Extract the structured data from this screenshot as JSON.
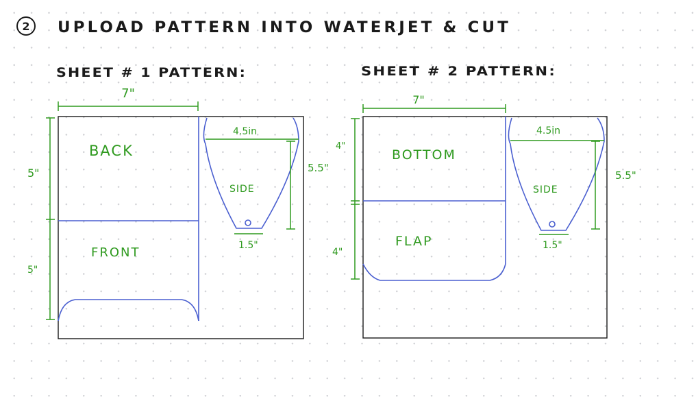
{
  "step": {
    "number": "2",
    "title": "UPLOAD PATTERN INTO WATERJET & CUT"
  },
  "sheet1": {
    "heading": "SHEET # 1 PATTERN:",
    "width_dim": "7\"",
    "back_label": "BACK",
    "front_label": "FRONT",
    "side_label": "SIDE",
    "back_dim": "5\"",
    "front_dim": "5\"",
    "side_width_dim": "4.5in",
    "side_height_dim": "5.5\"",
    "side_bottom_dim": "1.5\""
  },
  "sheet2": {
    "heading": "SHEET # 2 PATTERN:",
    "width_dim": "7\"",
    "bottom_label": "BOTTOM",
    "flap_label": "FLAP",
    "side_label": "SIDE",
    "bottom_dim": "4\"",
    "flap_dim": "4\"",
    "side_width_dim": "4.5in",
    "side_height_dim": "5.5\"",
    "side_bottom_dim": "1.5\""
  },
  "colors": {
    "ink": "#1a1a1a",
    "dimension_green": "#2f9a1f",
    "cut_line_blue": "#4a5fd0",
    "grid_dot": "#cfd0d4"
  }
}
